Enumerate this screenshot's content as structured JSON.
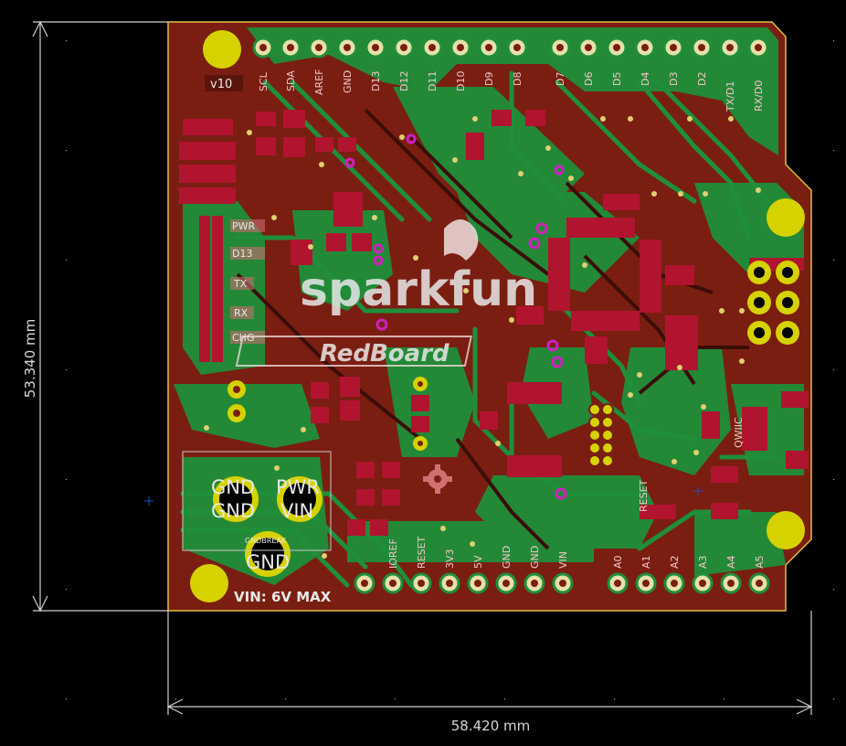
{
  "dimensions": {
    "height_label": "53.340 mm",
    "width_label": "58.420 mm"
  },
  "board": {
    "brand": "sparkfun",
    "product": "RedBoard",
    "version": "v10",
    "vin_warning": "VIN: 6V MAX",
    "pad_labels": {
      "gnd": "GND",
      "pwr": "PWR",
      "vin": "VIN",
      "gndbreak": "GNDBREAK"
    },
    "top_header": [
      "SCL",
      "SDA",
      "AREF",
      "GND",
      "D13",
      "D12",
      "D11",
      "D10",
      "D9",
      "D8"
    ],
    "top_header_right": [
      "D7",
      "D6",
      "D5",
      "D4",
      "D3",
      "D2",
      "TX/D1",
      "RX/D0"
    ],
    "bottom_header": [
      "IOREF",
      "RESET",
      "3V3",
      "5V",
      "GND",
      "GND",
      "VIN"
    ],
    "bottom_header_right": [
      "A0",
      "A1",
      "A2",
      "A3",
      "A4",
      "A5"
    ],
    "leds": [
      "PWR",
      "D13",
      "TX",
      "RX",
      "CHG"
    ],
    "misc": {
      "reset": "RESET",
      "qwiic": "QWIIC"
    }
  },
  "colors": {
    "background": "#000000",
    "board_fill": "#7a1e12",
    "copper_green": "#1f8f3a",
    "pad_red": "#b0142f",
    "pad_gold": "#d6d200",
    "dim_line": "#d0d0d0",
    "silk": "#e8e8e8",
    "via": "#e0d070"
  }
}
